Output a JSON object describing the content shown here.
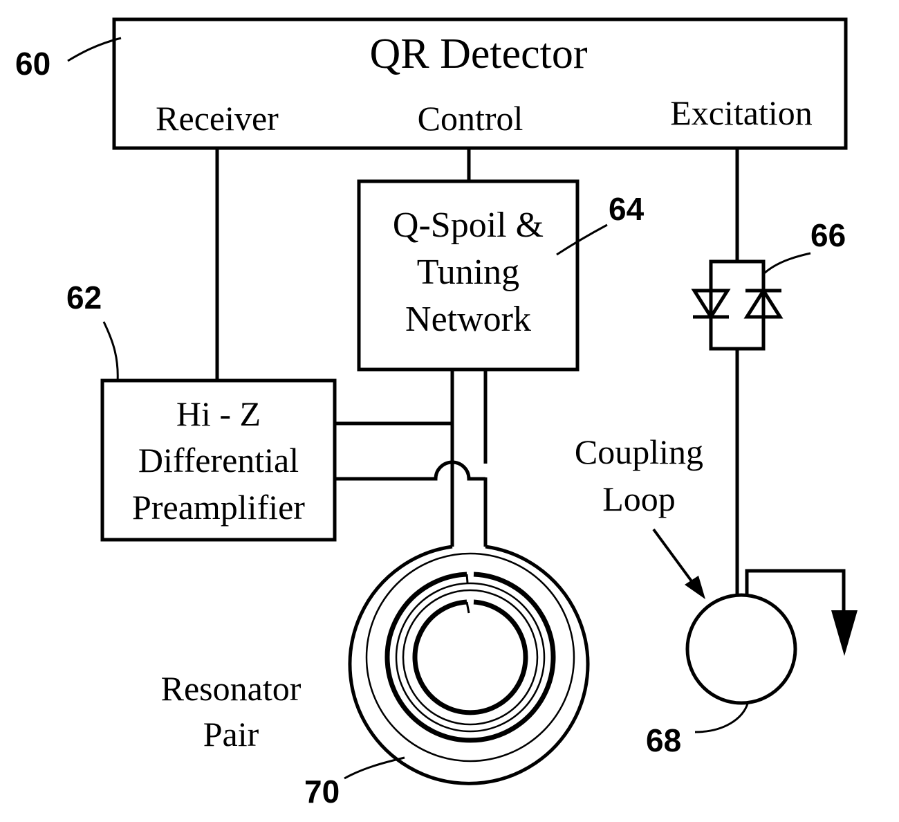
{
  "detector": {
    "title": "QR Detector",
    "receiver_label": "Receiver",
    "control_label": "Control",
    "excitation_label": "Excitation"
  },
  "qspoil": {
    "line1": "Q-Spoil &",
    "line2": "Tuning",
    "line3": "Network"
  },
  "preamp": {
    "line1": "Hi - Z",
    "line2": "Differential",
    "line3": "Preamplifier"
  },
  "coupling": {
    "line1": "Coupling",
    "line2": "Loop"
  },
  "resonator": {
    "line1": "Resonator",
    "line2": "Pair"
  },
  "refs": {
    "detector": "60",
    "preamp": "62",
    "qspoil": "64",
    "diodes": "66",
    "coupling_loop": "68",
    "resonator": "70"
  }
}
